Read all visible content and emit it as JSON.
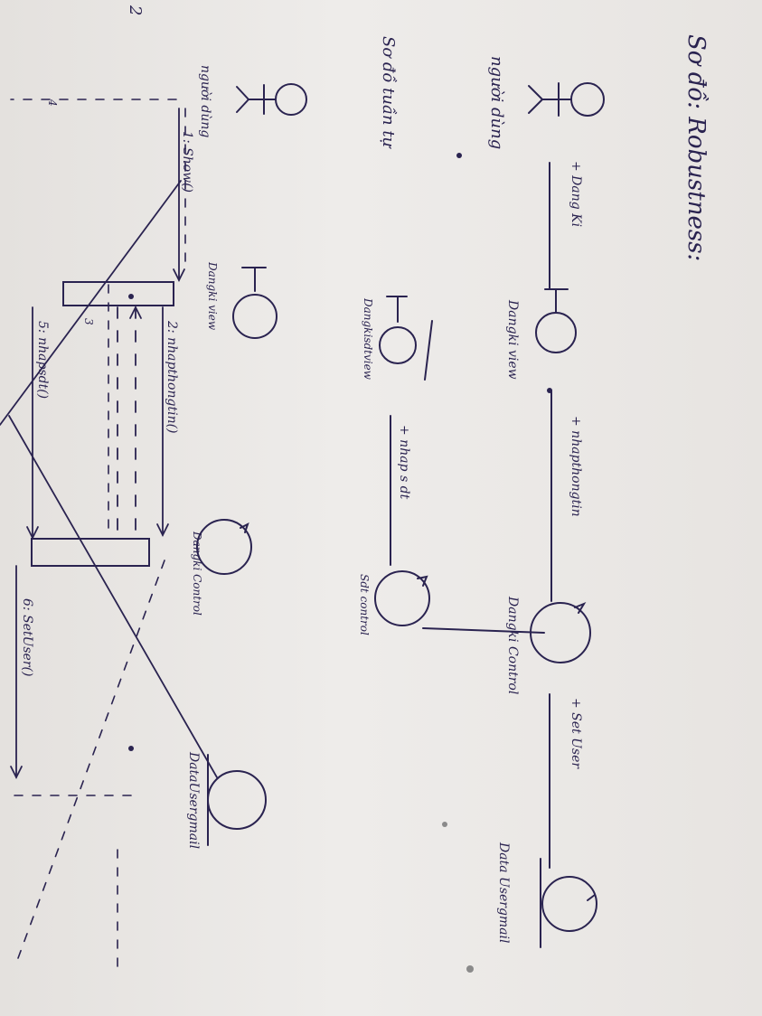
{
  "page_number": "2",
  "robustness": {
    "heading": "Sơ đồ: Robustness:",
    "actor_label": "người dùng",
    "boundary_label": "Dangki view",
    "control_label": "Dangki Control",
    "entity_label": "Data Usergmail",
    "msg1": "+ Dang Ki",
    "msg2": "+ nhapthongtin",
    "msg3": "+ Set User"
  },
  "sequence": {
    "heading": "Sơ đồ tuần tự",
    "actor_label": "người dùng",
    "boundary_label": "Dangki view",
    "control_label": "Dangki Control",
    "entity_label": "DataUsergmail",
    "msg1": "1: Show()",
    "msg2": "2: nhapthongtin()",
    "msg3": "3",
    "msg4": "4",
    "msg5": "5: nhapsdt()",
    "msg6": "6: SetUser()"
  },
  "extra": {
    "boundary_label": "Dangkisdtview",
    "control_label": "Sdt control",
    "msg": "+ nhap s dt"
  },
  "colors": {
    "ink": "#2a2350",
    "paper": "#ebe8e5"
  }
}
